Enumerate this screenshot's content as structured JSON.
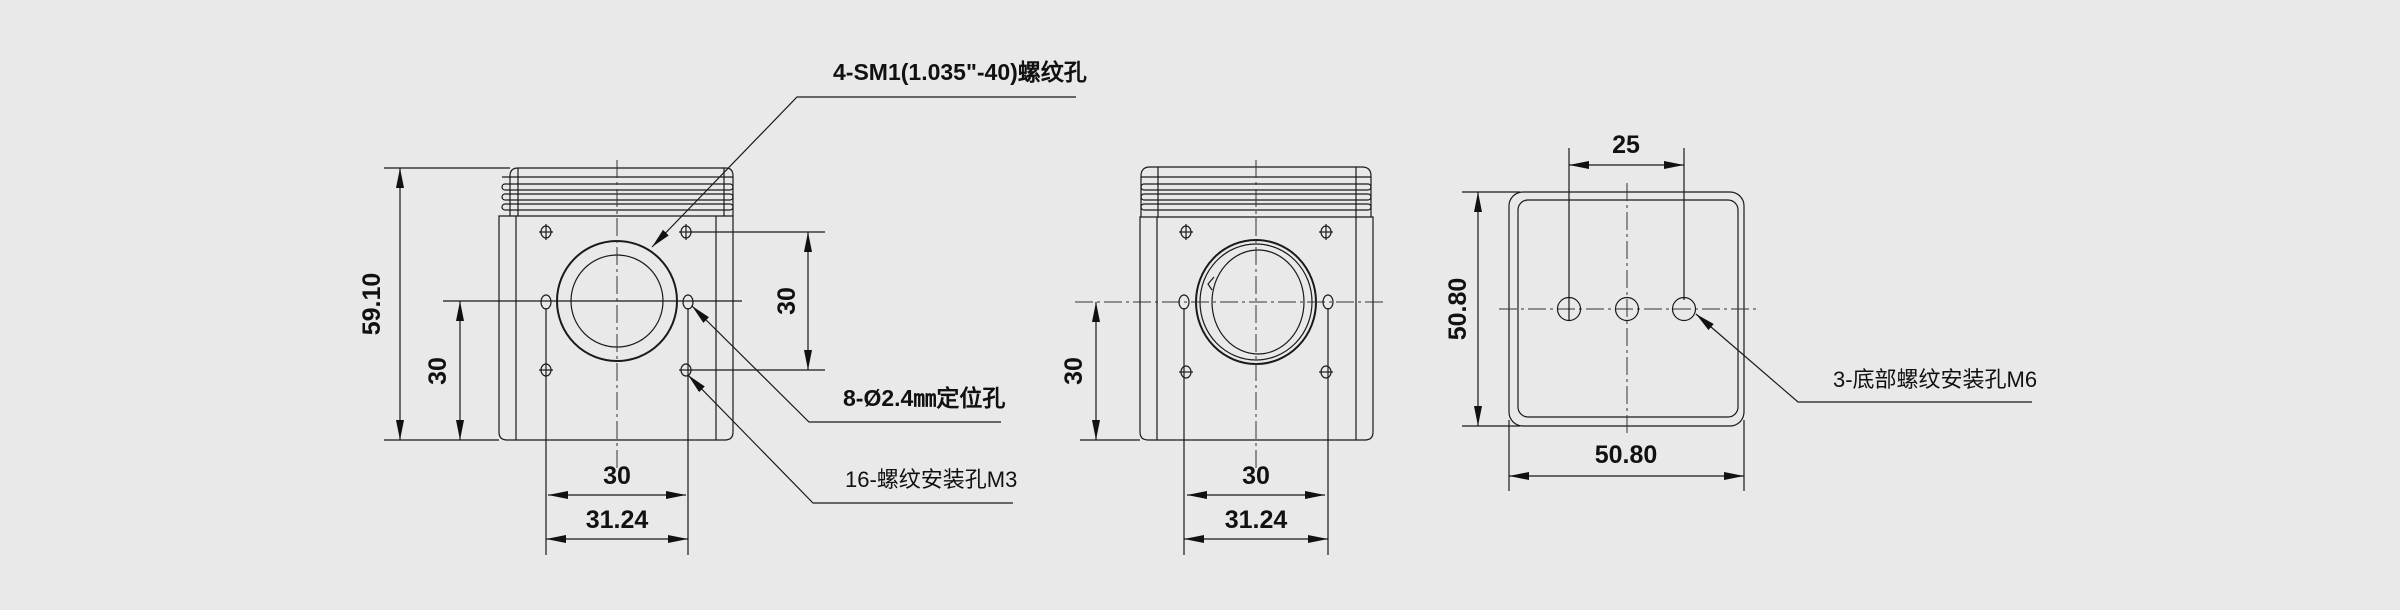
{
  "dimensions": {
    "front_overall_height": "59.10",
    "front_hole_spacing_vertical": "30",
    "front_center_height": "30",
    "front_hole_spacing_horizontal": "30",
    "front_hole_span": "31.24",
    "middle_center_height": "30",
    "middle_hole_spacing_horizontal": "30",
    "middle_hole_span": "31.24",
    "bottom_hole_spacing": "25",
    "bottom_depth": "50.80",
    "bottom_width": "50.80"
  },
  "callouts": {
    "sm1_thread": "4-SM1(1.035\"-40)螺纹孔",
    "locating_holes": "8-Ø2.4㎜定位孔",
    "mount_holes_m3": "16-螺纹安装孔M3",
    "bottom_holes_m6": "3-底部螺纹安装孔M6"
  },
  "colors": {
    "background": "#e9e9e9",
    "line": "#1a1a1a"
  }
}
